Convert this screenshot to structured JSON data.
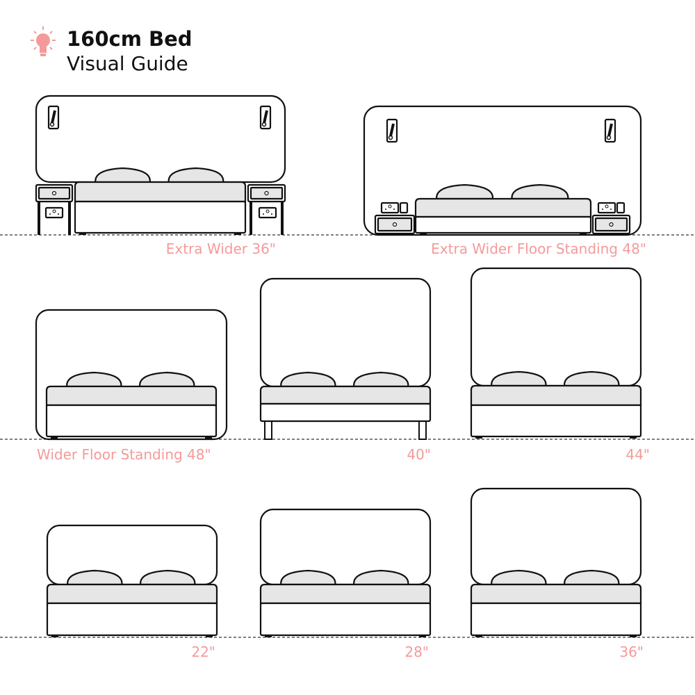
{
  "header": {
    "title": "160cm Bed",
    "subtitle": "Visual Guide",
    "icon": "lightbulb-icon",
    "accent": "#f59a9a"
  },
  "labels": {
    "extra_wider_36": "Extra Wider 36\"",
    "extra_wider_floor_48": "Extra Wider Floor Standing  48\"",
    "wider_floor_48": "Wider Floor Standing 48\"",
    "h40": "40\"",
    "h44": "44\"",
    "h22": "22\"",
    "h28": "28\"",
    "h36": "36\""
  }
}
